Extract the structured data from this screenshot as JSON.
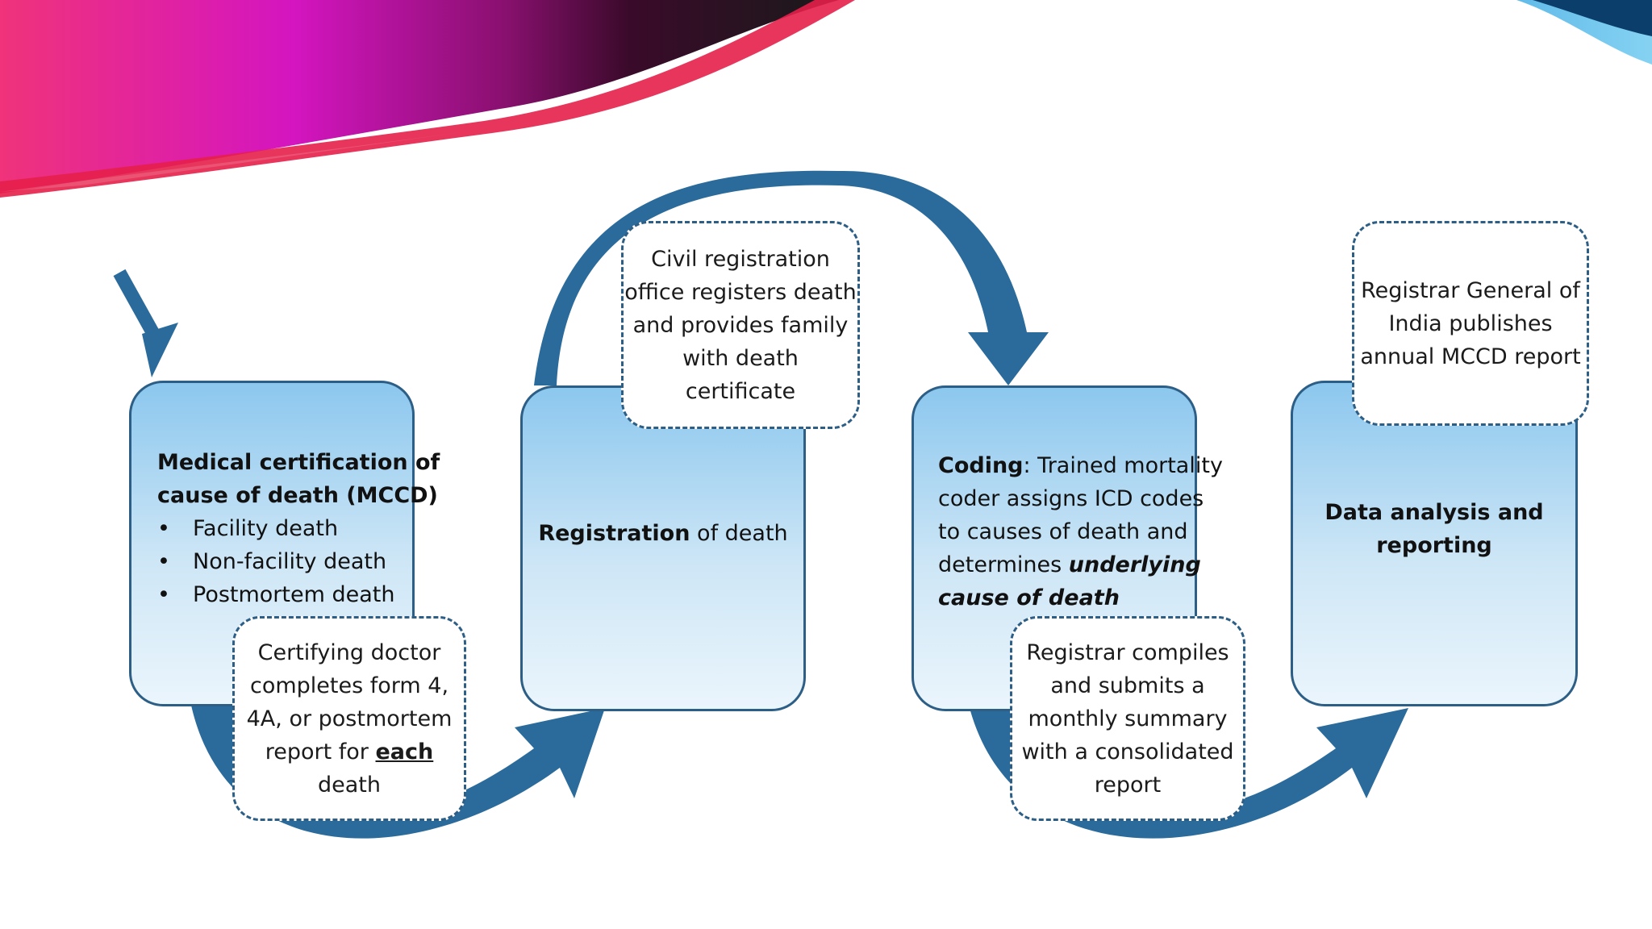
{
  "theme": {
    "arrow_color": "#2a6b9b",
    "box_border": "#2d5f86",
    "box_fill_top": "#8cc7ee",
    "box_fill_bottom": "#ebf5fc",
    "banner_colors": [
      "#f0337a",
      "#d415c0",
      "#7a0a36",
      "#1a8fd6"
    ]
  },
  "steps": [
    {
      "title_line1": "Medical certification of",
      "title_line2": "cause of death (MCCD)",
      "bullets": [
        "Facility death",
        "Non-facility death",
        "Postmortem death"
      ],
      "note": [
        "Certifying doctor",
        "completes form 4,",
        "4A, or postmortem",
        "report for",
        "each",
        "death"
      ]
    },
    {
      "title_bold": "Registration",
      "title_rest": " of death",
      "note": [
        "Civil registration",
        "office registers death",
        "and provides family",
        "with death",
        "certificate"
      ]
    },
    {
      "lines": [
        "Coding",
        ": Trained mortality",
        "coder assigns ICD codes",
        "to causes of death and",
        "determines ",
        "underlying",
        "cause of death"
      ],
      "note": [
        "Registrar compiles",
        "and submits a",
        "monthly summary",
        "with a consolidated",
        "report"
      ]
    },
    {
      "title_line1": "Data analysis and",
      "title_line2": "reporting",
      "note": [
        "Registrar General of",
        "India publishes",
        "annual MCCD report"
      ]
    }
  ]
}
